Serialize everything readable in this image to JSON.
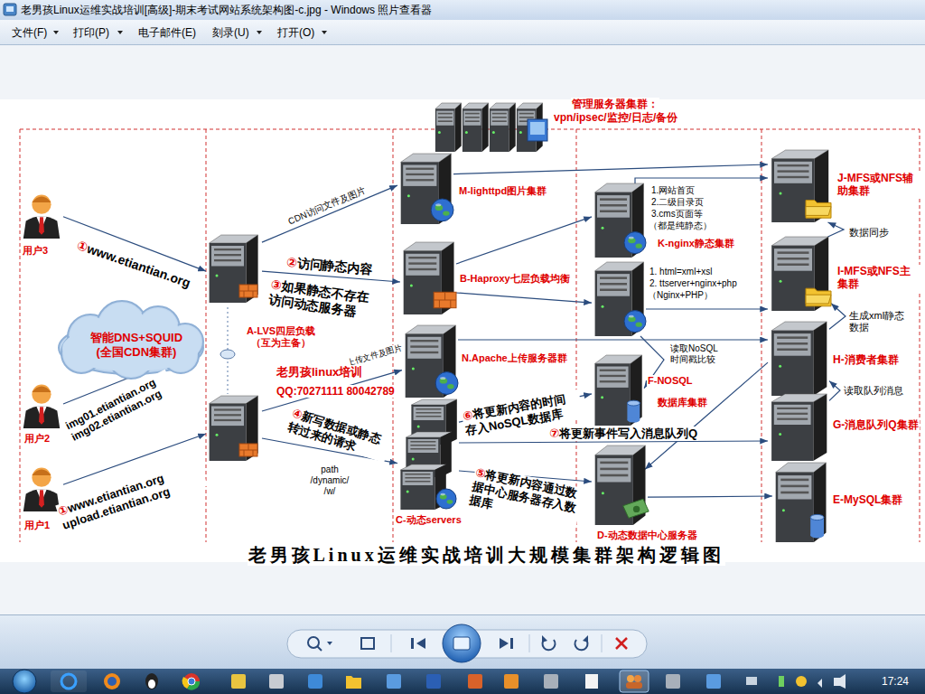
{
  "diagram": {
    "title": "老男孩Linux运维实战培训大规模集群架构逻辑图",
    "nodes": [
      {
        "text": [
          "管理服务器集群：",
          "vpn/ipsec/监控/日志/备份"
        ]
      },
      {
        "text": [
          "用户3"
        ]
      },
      {
        "text": [
          "智能DNS+SQUID (全国CDN集群)"
        ]
      },
      {
        "text": [
          "用户2"
        ]
      },
      {
        "text": [
          "用户1"
        ]
      },
      {
        "text": [
          "A-LVS四层负载 （互为主备）"
        ]
      },
      {
        "text": [
          "M-lighttpd图片集群"
        ]
      },
      {
        "text": [
          "B-Haproxy七层负载均衡"
        ]
      },
      {
        "text": [
          "N.Apache上传服务器群"
        ]
      },
      {
        "text": [
          "C-动态servers"
        ]
      },
      {
        "text": [
          "1.网站首页",
          "2.二级目录页",
          "3.cms页面等",
          "（都是纯静态）",
          "K-nginx静态集群"
        ]
      },
      {
        "text": [
          "1. html=xml+xsl",
          "2. ttserver+nginx+php",
          "（Nginx+PHP）"
        ]
      },
      {
        "text": [
          "F-NOSQL",
          "数据库集群"
        ]
      },
      {
        "text": [
          "D-动态数据中心服务器"
        ]
      },
      {
        "text": [
          "J-MFS或NFS辅助集群"
        ]
      },
      {
        "text": [
          "I-MFS或NFS主集群"
        ]
      },
      {
        "text": [
          "H-消费者集群"
        ]
      },
      {
        "text": [
          "G-消息队列Q集群"
        ]
      },
      {
        "text": [
          "E-MySQL集群"
        ]
      }
    ],
    "edges": [
      {
        "from": 1,
        "to": 5,
        "arrow": "to",
        "label": "①www.etiantian.org"
      },
      {
        "from": 3,
        "to": 2,
        "arrow": "none",
        "label": "img01.etiantian.org img02.etiantian.org"
      },
      {
        "from": 4,
        "to": 5,
        "arrow": "to",
        "label": "①www.etiantian.org upload.etiantian.org"
      },
      {
        "from": 5,
        "to": 6,
        "arrow": "to",
        "label": "CDN访问文件及图片"
      },
      {
        "from": 5,
        "to": 7,
        "arrow": "to",
        "label": "②访问静态内容"
      },
      {
        "from": 5,
        "to": 8,
        "arrow": "to",
        "label": "上传文件及图片"
      },
      {
        "from": 5,
        "to": 9,
        "arrow": "to",
        "label": "④新写数据或静态 转过来的请求"
      },
      {
        "from": 6,
        "to": 14,
        "arrow": "to"
      },
      {
        "from": 7,
        "to": 10,
        "arrow": "to"
      },
      {
        "from": 7,
        "to": 11,
        "arrow": "to"
      },
      {
        "from": 10,
        "to": 14,
        "arrow": "to"
      },
      {
        "from": 11,
        "to": 15,
        "arrow": "to"
      },
      {
        "from": 11,
        "to": 12,
        "arrow": "to",
        "label": "读取NoSQL 时间戳比较"
      },
      {
        "from": 8,
        "to": 16,
        "arrow": "to"
      },
      {
        "from": 9,
        "to": 12,
        "arrow": "to",
        "label": "⑥将更新内容的时间 存入NoSQL数据库"
      },
      {
        "from": 9,
        "to": 17,
        "arrow": "to",
        "label": "⑦将更新事件写入消息队列Q"
      },
      {
        "from": 9,
        "to": 13,
        "arrow": "to",
        "label": "⑤将更新内容通过数据中心服务器存入数据库"
      },
      {
        "from": 13,
        "to": 18,
        "arrow": "to"
      },
      {
        "from": 16,
        "to": 13,
        "arrow": "to"
      },
      {
        "from": 15,
        "to": 14,
        "arrow": "to",
        "label": "数据同步"
      },
      {
        "from": 16,
        "to": 15,
        "arrow": "to",
        "label": "生成xml静态数据"
      },
      {
        "from": 17,
        "to": 16,
        "arrow": "to",
        "label": "读取队列消息"
      }
    ],
    "labels": [
      "老男孩Linux运维实战培训[高级]-期末考试网站系统架构图-c.jpg - Windows 照片查看器",
      "文件(F)",
      "打印(P)",
      "电子邮件(E)",
      "刻录(U)",
      "打开(O)",
      "③如果静态不存在 访问动态服务器",
      "老男孩linux培训",
      "QQ:70271111 80042789",
      "path /dynamic/ /w/",
      "17:24"
    ]
  }
}
